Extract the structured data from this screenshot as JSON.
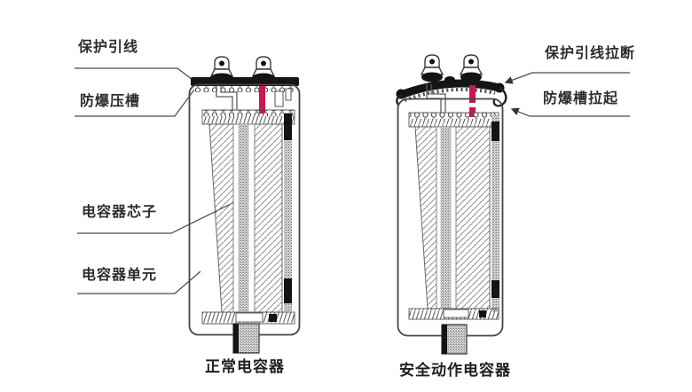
{
  "page": {
    "background": "#ffffff"
  },
  "colors": {
    "red_indicator": "#c8194b",
    "line": "#4a4a4a",
    "black_fill": "#141414",
    "text": "#2d2d2d"
  },
  "labels": {
    "protect_lead": "保护引线",
    "vent_groove": "防爆压槽",
    "core": "电容器芯子",
    "unit": "电容器单元",
    "lead_broken": "保护引线拉断",
    "groove_lifted": "防爆槽拉起"
  },
  "captions": {
    "normal": "正常电容器",
    "safety": "安全动作电容器"
  },
  "icons": {
    "normal_capacitor_drawing": "capacitor-cross-section-icon",
    "safety_capacitor_drawing": "capacitor-vented-cross-section-icon",
    "red_bar_meaning": "internal-protection-element",
    "red_dashes_meaning": "broken-protection-element"
  }
}
